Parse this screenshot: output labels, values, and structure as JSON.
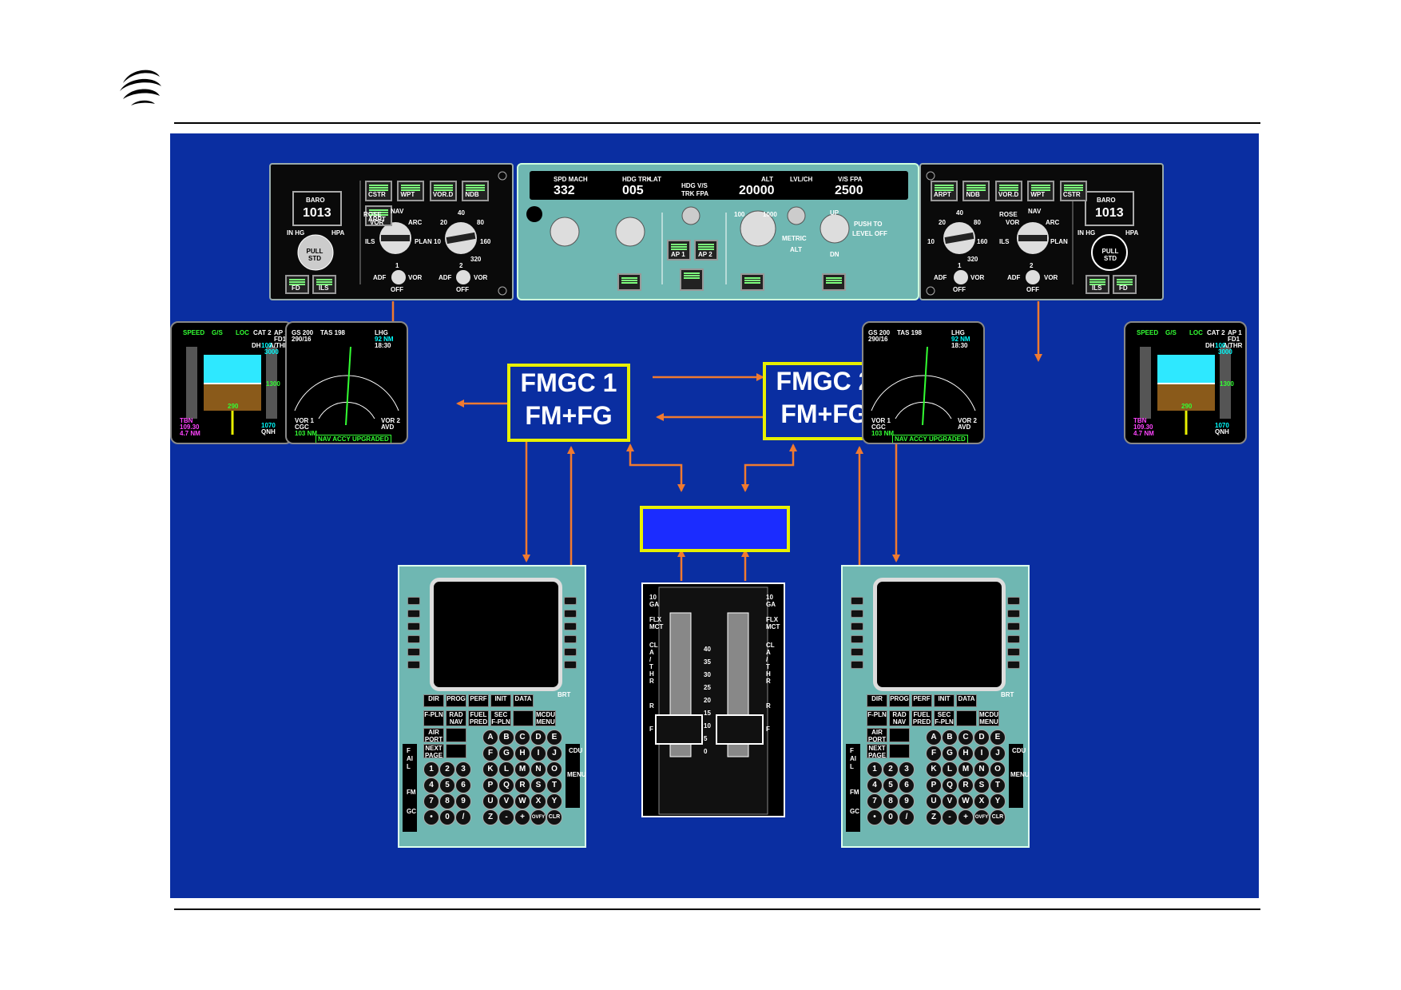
{
  "colors": {
    "background": "#0a2ea1",
    "accent_box": "#e8f000",
    "arrow": "#f07a30",
    "display_box": "#1b2cff",
    "panel": "#6fb7b2"
  },
  "logo": {
    "icon": "swirl-logo-icon"
  },
  "fmgc1": {
    "line1": "FMGC 1",
    "line2": "FM+FG"
  },
  "fmgc2": {
    "line1": "FMGC 2",
    "line2": "FM+FG"
  },
  "efis_left": {
    "baro": "BARO",
    "baro_value": "1013",
    "in_hg": "IN HG",
    "hpa": "HPA",
    "pull_std": "PULL STD",
    "buttons": [
      "CSTR",
      "WPT",
      "VOR.D",
      "NDB",
      "ARPT"
    ],
    "mode_labels": [
      "ROSE",
      "NAV",
      "VOR",
      "ARC",
      "ILS",
      "PLAN"
    ],
    "range_labels": [
      "20",
      "40",
      "80",
      "10",
      "160",
      "320"
    ],
    "adf1": "ADF",
    "vor1": "VOR",
    "off1": "OFF",
    "one": "1",
    "adf2": "ADF",
    "vor2": "VOR",
    "off2": "OFF",
    "two": "2",
    "fd": "FD",
    "ils": "ILS"
  },
  "efis_right": {
    "baro": "BARO",
    "baro_value": "1013",
    "in_hg": "IN HG",
    "hpa": "HPA",
    "pull_std": "PULL STD",
    "buttons": [
      "ARPT",
      "NDB",
      "VOR.D",
      "WPT",
      "CSTR"
    ],
    "mode_labels": [
      "ROSE",
      "NAV",
      "VOR",
      "ARC",
      "ILS",
      "PLAN"
    ],
    "range_labels": [
      "20",
      "40",
      "80",
      "10",
      "160",
      "320"
    ],
    "adf1": "ADF",
    "vor1": "VOR",
    "off1": "OFF",
    "one": "1",
    "adf2": "ADF",
    "vor2": "VOR",
    "off2": "OFF",
    "two": "2",
    "fd": "FD",
    "ils": "ILS"
  },
  "fcu": {
    "spd_label": "SPD MACH",
    "spd_value": "332",
    "hdg_label": "HDG TRK",
    "lat_label": "LAT",
    "hdg_value": "005",
    "hdgvs_label": "HDG V/S",
    "trkfpa_label": "TRK FPA",
    "alt_label": "ALT",
    "lvlch_label": "LVL/CH",
    "alt_value": "20000",
    "vs_label": "V/S FPA",
    "vs_value": "2500",
    "ap1": "AP 1",
    "ap2": "AP 2",
    "alt_100": "100",
    "alt_1000": "1000",
    "metric": "METRIC",
    "alt": "ALT",
    "up": "UP",
    "dn": "DN",
    "push_to": "PUSH TO",
    "level_off": "LEVEL OFF"
  },
  "pfd": {
    "speed": "SPEED",
    "gs": "G/S",
    "loc": "LOC",
    "cat": "CAT 2",
    "ap": "AP 1",
    "fd": "FD1",
    "dh": "DH",
    "athr": "A/THR",
    "dh_value": "100",
    "alt1": "3000",
    "alt_tape": "1300",
    "gnd": "290",
    "tbn": "TBN",
    "freq": "109.30",
    "dist": "4.7 NM",
    "qnh_value": "1070",
    "qnh": "QNH"
  },
  "nd": {
    "gs": "GS 200",
    "tas": "TAS 198",
    "wind": "290/16",
    "wpt": "LHG",
    "wpt_info": "92 NM",
    "time": "18:30",
    "vor1": "VOR 1",
    "cgc": "CGC",
    "dist": "103 NM",
    "vor2": "VOR 2",
    "avd": "AVD",
    "banner": "NAV ACCY UPGRADED"
  },
  "cdu": {
    "row1": [
      "DIR",
      "PROG",
      "PERF",
      "INIT",
      "DATA"
    ],
    "row2": [
      "F-PLN",
      "RAD NAV",
      "FUEL PRED",
      "SEC F-PLN",
      "",
      "MCDU MENU"
    ],
    "air_port": "AIR PORT",
    "next_page": "NEXT PAGE",
    "brt": "BRT",
    "letters": [
      "A",
      "B",
      "C",
      "D",
      "E",
      "F",
      "G",
      "H",
      "I",
      "J",
      "K",
      "L",
      "M",
      "N",
      "O",
      "P",
      "Q",
      "R",
      "S",
      "T",
      "U",
      "V",
      "W",
      "X",
      "Y",
      "Z",
      "-",
      "+",
      "OVFY",
      "CLR"
    ],
    "digits": [
      "1",
      "2",
      "3",
      "4",
      "5",
      "6",
      "7",
      "8",
      "9",
      "•",
      "0",
      "/"
    ],
    "fail": "FAIL",
    "fm": "FM",
    "gc": "GC",
    "cdu_label": "CDU",
    "menu_label": "MENU"
  },
  "throttle": {
    "left_labels": [
      "10",
      "GA",
      "FLX",
      "MCT",
      "CL",
      "A",
      "/",
      "T",
      "H",
      "R",
      "R",
      "F"
    ],
    "right_labels": [
      "10",
      "GA",
      "FLX",
      "MCT",
      "CL",
      "A",
      "/",
      "T",
      "H",
      "R",
      "R",
      "F"
    ],
    "scale": [
      "40",
      "35",
      "30",
      "25",
      "20",
      "15",
      "10",
      "5",
      "0"
    ]
  }
}
